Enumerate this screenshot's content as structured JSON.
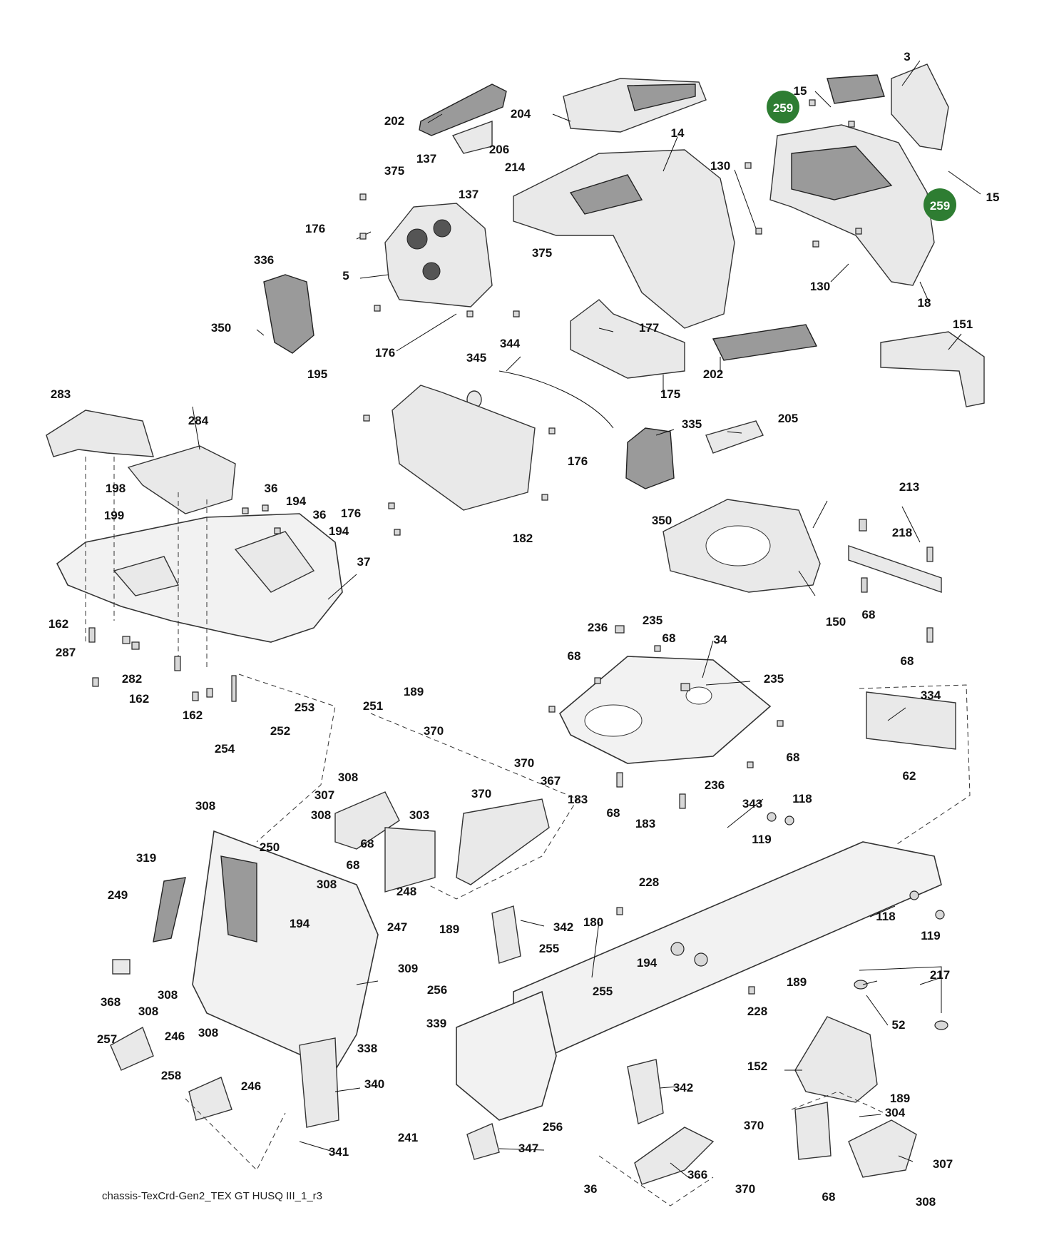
{
  "caption": "chassis-TexCrd-Gen2_TEX GT HUSQ III_1_r3",
  "highlight_color": "#2e7d32",
  "callouts": [
    {
      "id": "c3",
      "text": "3"
    },
    {
      "id": "c15a",
      "text": "15"
    },
    {
      "id": "c259a",
      "text": "259"
    },
    {
      "id": "c259b",
      "text": "259"
    },
    {
      "id": "c15b",
      "text": "15"
    },
    {
      "id": "c202a",
      "text": "202"
    },
    {
      "id": "c204",
      "text": "204"
    },
    {
      "id": "c14",
      "text": "14"
    },
    {
      "id": "c130a",
      "text": "130"
    },
    {
      "id": "c206",
      "text": "206"
    },
    {
      "id": "c137a",
      "text": "137"
    },
    {
      "id": "c214",
      "text": "214"
    },
    {
      "id": "c375a",
      "text": "375"
    },
    {
      "id": "c137b",
      "text": "137"
    },
    {
      "id": "c176a",
      "text": "176"
    },
    {
      "id": "c375b",
      "text": "375"
    },
    {
      "id": "c130b",
      "text": "130"
    },
    {
      "id": "c18",
      "text": "18"
    },
    {
      "id": "c336",
      "text": "336"
    },
    {
      "id": "c5",
      "text": "5"
    },
    {
      "id": "c350a",
      "text": "350"
    },
    {
      "id": "c177",
      "text": "177"
    },
    {
      "id": "c151",
      "text": "151"
    },
    {
      "id": "c176b",
      "text": "176"
    },
    {
      "id": "c344",
      "text": "344"
    },
    {
      "id": "c345",
      "text": "345"
    },
    {
      "id": "c202b",
      "text": "202"
    },
    {
      "id": "c195",
      "text": "195"
    },
    {
      "id": "c175",
      "text": "175"
    },
    {
      "id": "c283",
      "text": "283"
    },
    {
      "id": "c284",
      "text": "284"
    },
    {
      "id": "c335",
      "text": "335"
    },
    {
      "id": "c205",
      "text": "205"
    },
    {
      "id": "c176c",
      "text": "176"
    },
    {
      "id": "c36a",
      "text": "36"
    },
    {
      "id": "c198",
      "text": "198"
    },
    {
      "id": "c194a",
      "text": "194"
    },
    {
      "id": "c36b",
      "text": "36"
    },
    {
      "id": "c199",
      "text": "199"
    },
    {
      "id": "c176d",
      "text": "176"
    },
    {
      "id": "c350b",
      "text": "350"
    },
    {
      "id": "c213",
      "text": "213"
    },
    {
      "id": "c194b",
      "text": "194"
    },
    {
      "id": "c218",
      "text": "218"
    },
    {
      "id": "c182",
      "text": "182"
    },
    {
      "id": "c37",
      "text": "37"
    },
    {
      "id": "c68a",
      "text": "68"
    },
    {
      "id": "c150",
      "text": "150"
    },
    {
      "id": "c162a",
      "text": "162"
    },
    {
      "id": "c235a",
      "text": "235"
    },
    {
      "id": "c236a",
      "text": "236"
    },
    {
      "id": "c68b",
      "text": "68"
    },
    {
      "id": "c34",
      "text": "34"
    },
    {
      "id": "c287",
      "text": "287"
    },
    {
      "id": "c68c",
      "text": "68"
    },
    {
      "id": "c68d",
      "text": "68"
    },
    {
      "id": "c282",
      "text": "282"
    },
    {
      "id": "c235b",
      "text": "235"
    },
    {
      "id": "c162b",
      "text": "162"
    },
    {
      "id": "c189a",
      "text": "189"
    },
    {
      "id": "c334",
      "text": "334"
    },
    {
      "id": "c251",
      "text": "251"
    },
    {
      "id": "c253",
      "text": "253"
    },
    {
      "id": "c162c",
      "text": "162"
    },
    {
      "id": "c370a",
      "text": "370"
    },
    {
      "id": "c252",
      "text": "252"
    },
    {
      "id": "c68e",
      "text": "68"
    },
    {
      "id": "c254",
      "text": "254"
    },
    {
      "id": "c236b",
      "text": "236"
    },
    {
      "id": "c62",
      "text": "62"
    },
    {
      "id": "c370b",
      "text": "370"
    },
    {
      "id": "c308a",
      "text": "308"
    },
    {
      "id": "c367",
      "text": "367"
    },
    {
      "id": "c183a",
      "text": "183"
    },
    {
      "id": "c307a",
      "text": "307"
    },
    {
      "id": "c370c",
      "text": "370"
    },
    {
      "id": "c343",
      "text": "343"
    },
    {
      "id": "c118a",
      "text": "118"
    },
    {
      "id": "c308b",
      "text": "308"
    },
    {
      "id": "c303",
      "text": "303"
    },
    {
      "id": "c308c",
      "text": "308"
    },
    {
      "id": "c68f",
      "text": "68"
    },
    {
      "id": "c183b",
      "text": "183"
    },
    {
      "id": "c68g",
      "text": "68"
    },
    {
      "id": "c250",
      "text": "250"
    },
    {
      "id": "c119a",
      "text": "119"
    },
    {
      "id": "c68h",
      "text": "68"
    },
    {
      "id": "c319",
      "text": "319"
    },
    {
      "id": "c308d",
      "text": "308"
    },
    {
      "id": "c228a",
      "text": "228"
    },
    {
      "id": "c249",
      "text": "249"
    },
    {
      "id": "c248",
      "text": "248"
    },
    {
      "id": "c180",
      "text": "180"
    },
    {
      "id": "c118b",
      "text": "118"
    },
    {
      "id": "c342a",
      "text": "342"
    },
    {
      "id": "c194c",
      "text": "194"
    },
    {
      "id": "c247",
      "text": "247"
    },
    {
      "id": "c189b",
      "text": "189"
    },
    {
      "id": "c119b",
      "text": "119"
    },
    {
      "id": "c255a",
      "text": "255"
    },
    {
      "id": "c194d",
      "text": "194"
    },
    {
      "id": "c309",
      "text": "309"
    },
    {
      "id": "c217",
      "text": "217"
    },
    {
      "id": "c189c",
      "text": "189"
    },
    {
      "id": "c256a",
      "text": "256"
    },
    {
      "id": "c255b",
      "text": "255"
    },
    {
      "id": "c368",
      "text": "368"
    },
    {
      "id": "c308e",
      "text": "308"
    },
    {
      "id": "c228b",
      "text": "228"
    },
    {
      "id": "c308f",
      "text": "308"
    },
    {
      "id": "c52",
      "text": "52"
    },
    {
      "id": "c339",
      "text": "339"
    },
    {
      "id": "c257",
      "text": "257"
    },
    {
      "id": "c246a",
      "text": "246"
    },
    {
      "id": "c308g",
      "text": "308"
    },
    {
      "id": "c338",
      "text": "338"
    },
    {
      "id": "c152",
      "text": "152"
    },
    {
      "id": "c258",
      "text": "258"
    },
    {
      "id": "c246b",
      "text": "246"
    },
    {
      "id": "c340",
      "text": "340"
    },
    {
      "id": "c342b",
      "text": "342"
    },
    {
      "id": "c189d",
      "text": "189"
    },
    {
      "id": "c304",
      "text": "304"
    },
    {
      "id": "c256b",
      "text": "256"
    },
    {
      "id": "c370d",
      "text": "370"
    },
    {
      "id": "c241",
      "text": "241"
    },
    {
      "id": "c347",
      "text": "347"
    },
    {
      "id": "c341",
      "text": "341"
    },
    {
      "id": "c307b",
      "text": "307"
    },
    {
      "id": "c36c",
      "text": "36"
    },
    {
      "id": "c370e",
      "text": "370"
    },
    {
      "id": "c366",
      "text": "366"
    },
    {
      "id": "c68i",
      "text": "68"
    },
    {
      "id": "c308h",
      "text": "308"
    }
  ]
}
